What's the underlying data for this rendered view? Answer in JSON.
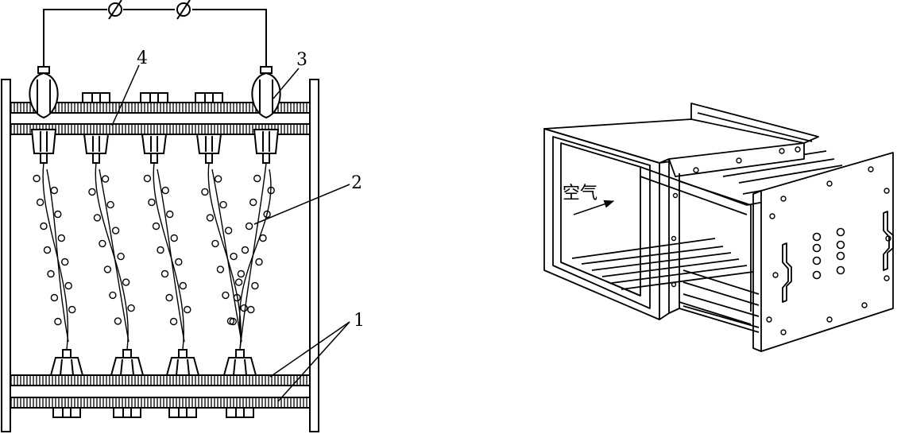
{
  "callouts": {
    "label_1": "1",
    "label_2": "2",
    "label_3": "3",
    "label_4": "4"
  },
  "box": {
    "air_label": "空气"
  },
  "colors": {
    "ink": "#000000",
    "paper": "#ffffff"
  }
}
